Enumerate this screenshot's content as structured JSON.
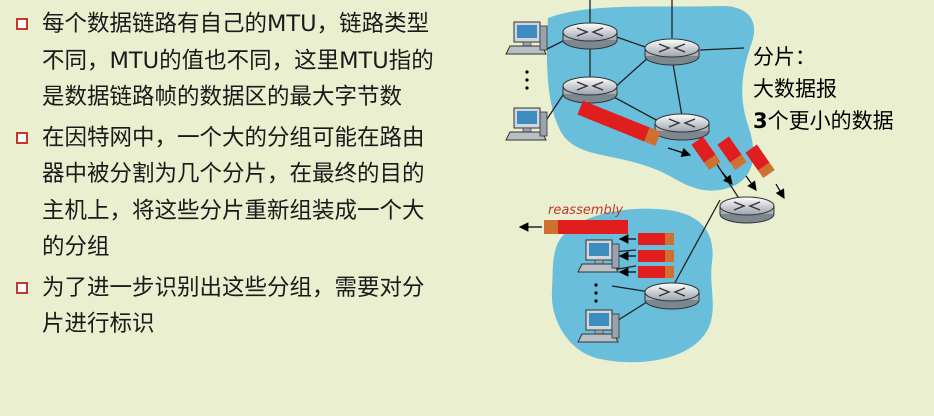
{
  "bullets": [
    {
      "lines": [
        "每个数据链路有自己的MTU，链路类型",
        "不同，MTU的值也不同，这里MTU指的",
        "是数据链路帧的数据区的最大字节数"
      ]
    },
    {
      "lines": [
        "在因特网中，一个大的分组可能在路由",
        "器中被分割为几个分片，在最终的目的",
        "主机上，将这些分片重新组装成一个大",
        "的分组"
      ]
    },
    {
      "lines": [
        "为了进一步识别出这些分组，需要对分",
        "片进行标识"
      ]
    }
  ],
  "diagram": {
    "label_line1": "分片：",
    "label_line2": "大数据报",
    "label_line3_bold": "3",
    "label_line3_rest": "个更小的数据",
    "reassembly": "reassembly",
    "colors": {
      "background": "#e9efcf",
      "network": "#68bedb",
      "datagram_red": "#e01e1e",
      "datagram_orange": "#d07030",
      "bullet": "#c0392b"
    },
    "icons": [
      "router-icon",
      "computer-icon"
    ]
  }
}
